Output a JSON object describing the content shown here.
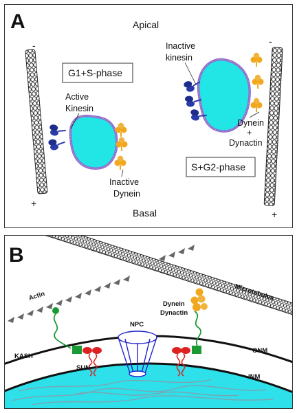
{
  "panel_a": {
    "letter": "A",
    "apical": "Apical",
    "basal": "Basal",
    "phase_left": "G1+S-phase",
    "phase_right": "S+G2-phase",
    "left_cell": {
      "active_kinesin_1": "Active",
      "active_kinesin_2": "Kinesin",
      "inactive_dynein_1": "Inactive",
      "inactive_dynein_2": "Dynein"
    },
    "right_cell": {
      "inactive_kinesin_1": "Inactive",
      "inactive_kinesin_2": "kinesin",
      "dynein_1": "Dynein",
      "dynein_plus": "+",
      "dynein_2": "Dynactin"
    },
    "microtubule_left": {
      "minus": "-",
      "plus": "+"
    },
    "microtubule_right": {
      "minus": "-",
      "plus": "+"
    }
  },
  "panel_b": {
    "letter": "B",
    "microtubules": "Microtubules",
    "actin": "Actin",
    "dynein": "Dynein",
    "dynactin": "Dynactin",
    "npc": "NPC",
    "onm": "ONM",
    "inm": "INM",
    "kash": "KASH",
    "sun": "SUN"
  },
  "colors": {
    "nucleus": "#22e5e5",
    "nuclear_envelope": "#8a6fd8",
    "kinesin": "#2a3aa8",
    "dynein": "#f2a81e",
    "kash": "#1a9a35",
    "sun": "#dd2222",
    "npc": "#2222cc"
  }
}
